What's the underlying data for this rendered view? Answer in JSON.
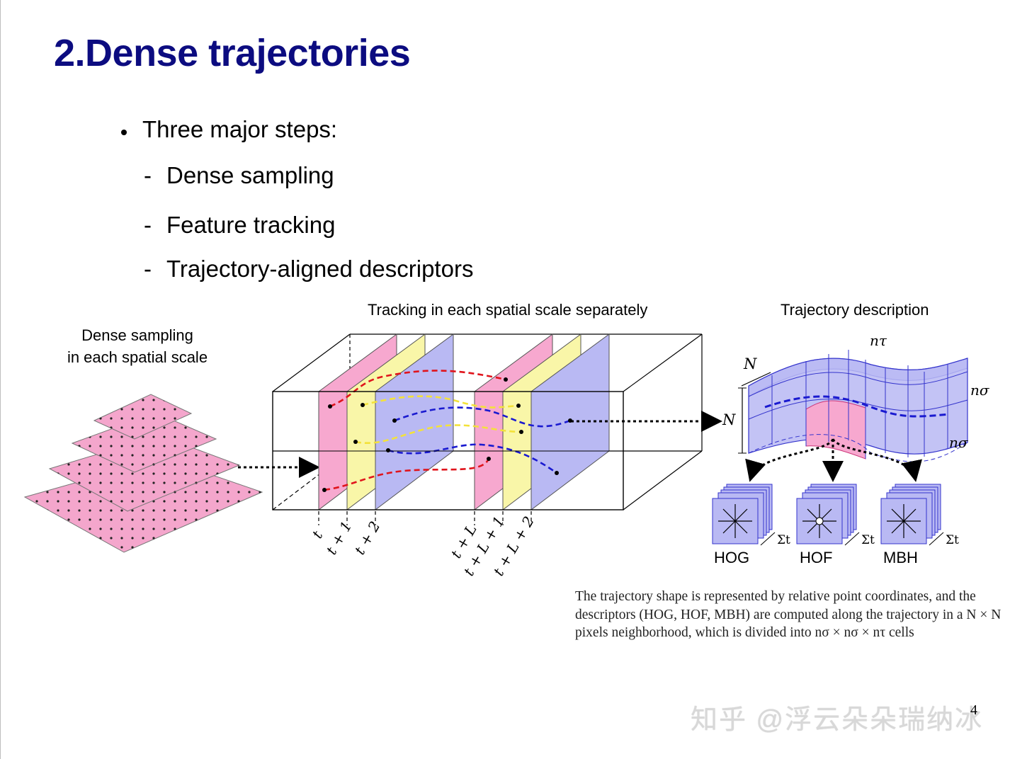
{
  "slide": {
    "title": "2.Dense trajectories",
    "bullet": "Three major steps:",
    "steps": [
      "Dense sampling",
      "Feature tracking",
      "Trajectory-aligned descriptors"
    ],
    "dash": "-"
  },
  "figure": {
    "sampling_caption_line1": "Dense sampling",
    "sampling_caption_line2": "in each spatial scale",
    "tracking_caption": "Tracking in each spatial scale separately",
    "description_caption": "Trajectory description",
    "time_labels": [
      "t",
      "t + 1",
      "t + 2",
      "t + L",
      "t + L + 1",
      "t + L + 2"
    ],
    "cube_labels": {
      "N_top": "N",
      "N_side": "N",
      "n_tau": "nτ",
      "n_sigma_1": "nσ",
      "n_sigma_2": "nσ"
    },
    "descriptors": [
      "HOG",
      "HOF",
      "MBH"
    ],
    "sum_label": "Σt",
    "colors": {
      "pink": "#f7a8cf",
      "yellow": "#f9f6a8",
      "blue": "#b9b9f3",
      "red_track": "#e0141c",
      "yellow_track": "#f3e23a",
      "blue_track": "#1a1ad0"
    }
  },
  "caption_text": "The trajectory shape is represented by relative point coordinates, and the descriptors (HOG, HOF, MBH) are computed along the trajectory in a N × N pixels neighborhood, which is divided into nσ × nσ × nτ cells",
  "watermark": "知乎 @浮云朵朵瑞纳冰",
  "page_number": "4"
}
